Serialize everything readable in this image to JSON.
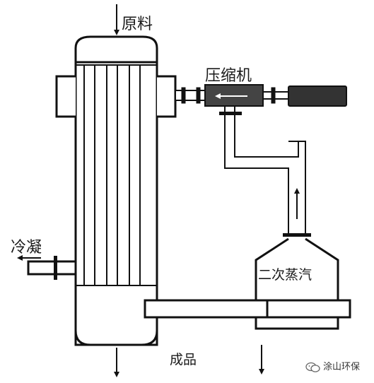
{
  "labels": {
    "feed": "原料",
    "compressor": "压缩机",
    "condensate": "冷凝",
    "secondary_steam": "二次蒸汽",
    "product": "成品"
  },
  "watermark": {
    "text": "涂山环保",
    "icon": "wechat-icon"
  }
}
